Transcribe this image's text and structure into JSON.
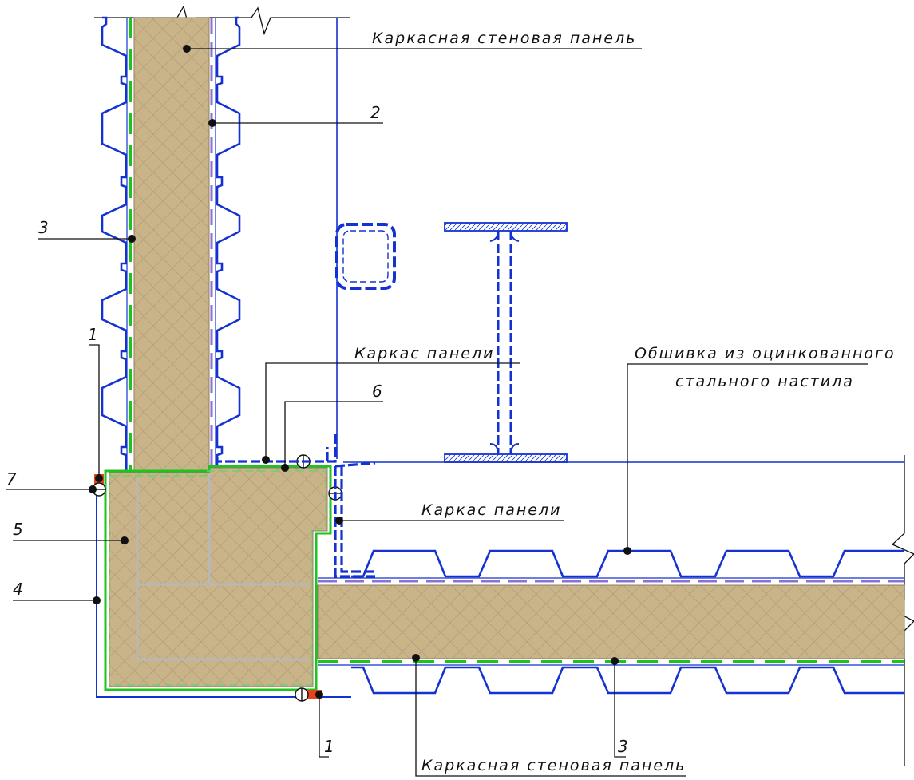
{
  "labels": {
    "wall_panel_top": "Каркасная стеновая панель",
    "wall_panel_bottom": "Каркасная стеновая панель",
    "frame_upper": "Каркас панели",
    "frame_lower": "Каркас панели",
    "cladding_line1": "Обшивка из оцинкованного",
    "cladding_line2": "стального настила"
  },
  "callouts": {
    "n1_top": "1",
    "n1_bottom": "1",
    "n2": "2",
    "n3_left": "3",
    "n3_bottom": "3",
    "n4": "4",
    "n5": "5",
    "n6": "6",
    "n7": "7"
  },
  "colors": {
    "steel_blue": "#1432d2",
    "insulation_fill": "#c9b48a",
    "membrane_green": "#1ec31e",
    "sealant_red": "#e8431c",
    "leader_black": "#111111"
  }
}
